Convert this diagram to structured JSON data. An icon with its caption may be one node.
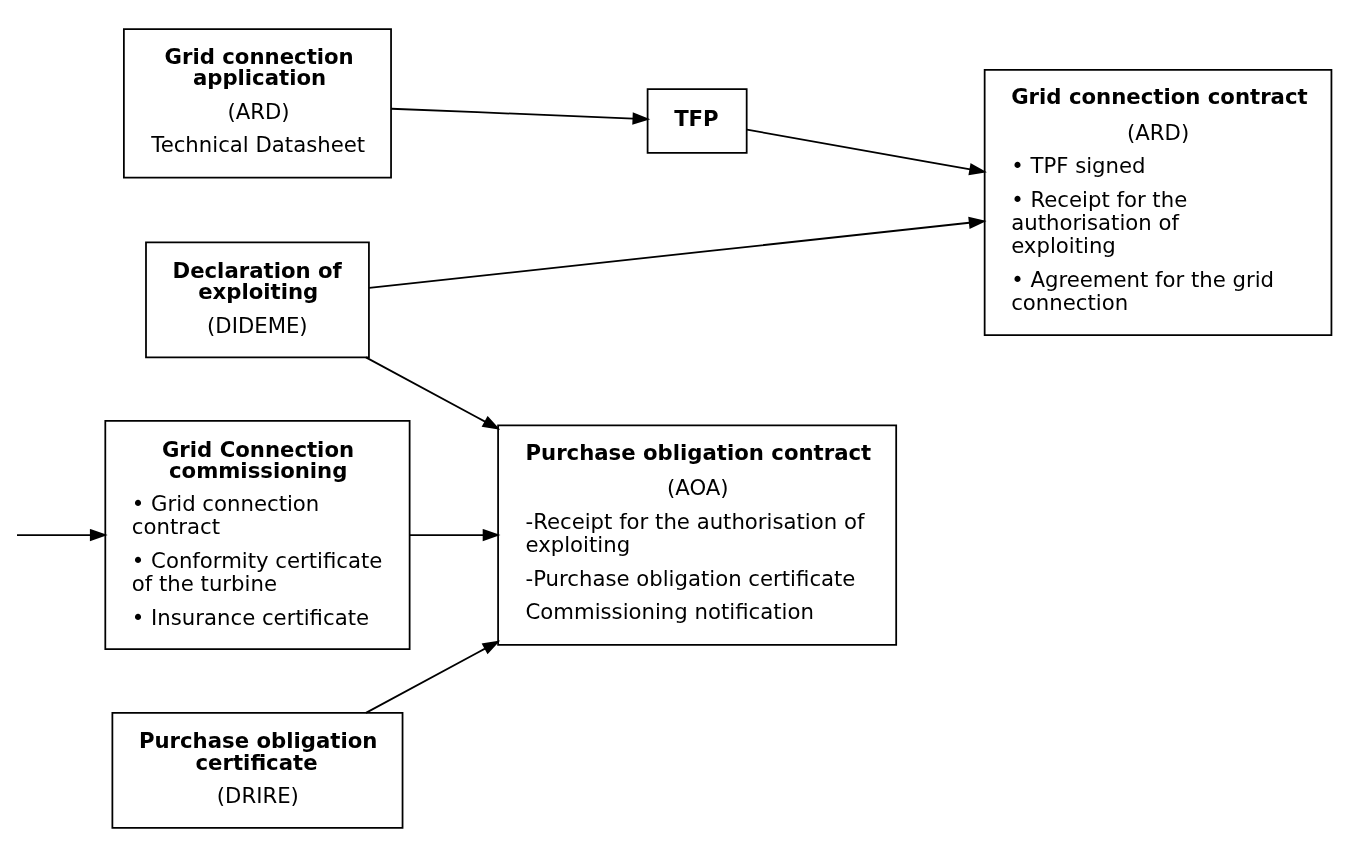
{
  "diagram": {
    "nodes": [
      {
        "text": [
          "Grid connection application",
          "(ARD)",
          "Technical Datasheet"
        ]
      },
      {
        "text": [
          "TFP"
        ]
      },
      {
        "text": [
          "Grid connection contract",
          "(ARD)",
          "• TPF signed",
          "• Receipt for the authorisation of exploiting",
          "• Agreement for the grid connection"
        ]
      },
      {
        "text": [
          "Grid Connection commissioning",
          "• Grid connection contract",
          "• Conformity certificate of the turbine",
          "• Insurance certificate"
        ]
      },
      {
        "text": [
          "Declaration of exploiting",
          "(DIDEME)"
        ]
      },
      {
        "text": [
          "Purchase obligation contract",
          "(AOA)",
          "-Receipt for the authorisation of exploiting",
          "-Purchase obligation certificate",
          "Commissioning notification"
        ]
      },
      {
        "text": [
          "Purchase obligation certificate",
          "(DRIRE)"
        ]
      }
    ],
    "edges": [
      {
        "from": 0,
        "to": 1,
        "arrow": "to"
      },
      {
        "from": 1,
        "to": 2,
        "arrow": "to"
      },
      {
        "from": null,
        "to": 3,
        "arrow": "to"
      },
      {
        "from": 4,
        "to": 2,
        "arrow": "to"
      },
      {
        "from": 4,
        "to": 5,
        "arrow": "to"
      },
      {
        "from": 3,
        "to": 5,
        "arrow": "to"
      },
      {
        "from": 6,
        "to": 5,
        "arrow": "to"
      }
    ]
  }
}
